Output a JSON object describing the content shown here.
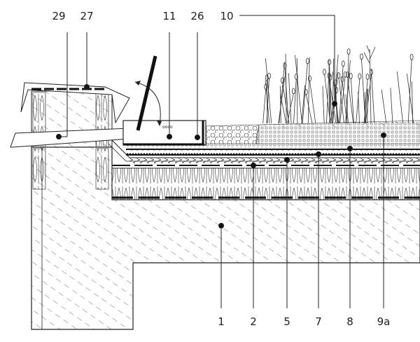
{
  "diagram": {
    "top_labels": [
      "29",
      "27",
      "11",
      "26",
      "10"
    ],
    "bottom_labels": [
      "1",
      "2",
      "5",
      "7",
      "8",
      "9a"
    ]
  },
  "colors": {
    "line": "#222222",
    "background": "#ffffff"
  }
}
